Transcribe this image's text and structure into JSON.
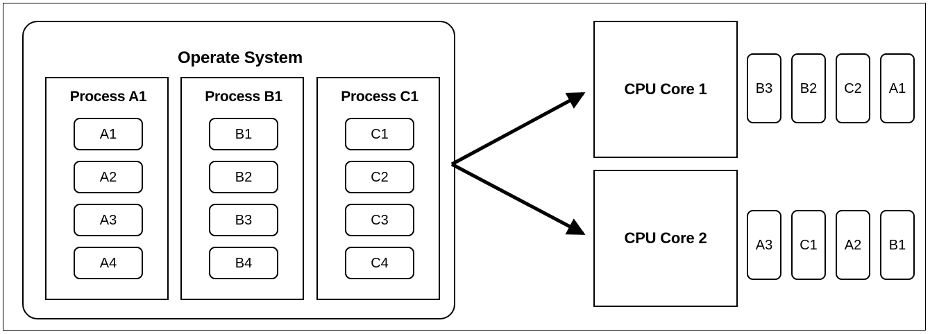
{
  "diagram": {
    "title": "Operate System",
    "os_label": "Operate System",
    "processes": [
      {
        "label": "Process A1",
        "tasks": [
          "A1",
          "A2",
          "A3",
          "A4"
        ]
      },
      {
        "label": "Process B1",
        "tasks": [
          "B1",
          "B2",
          "B3",
          "B4"
        ]
      },
      {
        "label": "Process C1",
        "tasks": [
          "C1",
          "C2",
          "C3",
          "C4"
        ]
      }
    ],
    "cores": [
      {
        "label": "CPU Core 1",
        "queue": [
          "B3",
          "B2",
          "C2",
          "A1"
        ]
      },
      {
        "label": "CPU Core 2",
        "queue": [
          "A3",
          "C1",
          "A2",
          "B1"
        ]
      }
    ],
    "connectors": [
      {
        "name": "os-to-core-1",
        "from": "Operate System",
        "to": "CPU Core 1"
      },
      {
        "name": "os-to-core-2",
        "from": "Operate System",
        "to": "CPU Core 2"
      }
    ],
    "colors": {
      "stroke": "#000000",
      "background": "#ffffff",
      "text": "#000000"
    }
  }
}
